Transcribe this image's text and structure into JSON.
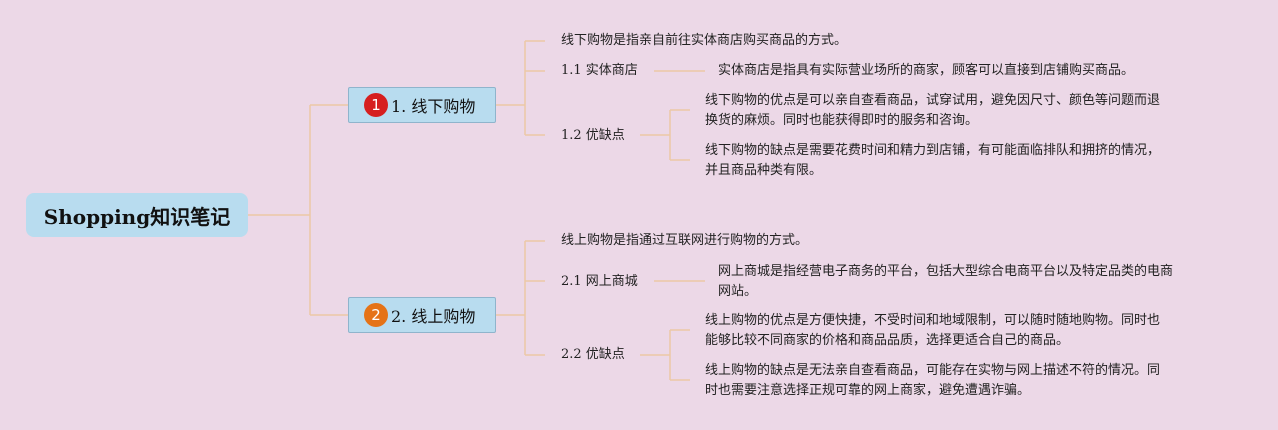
{
  "root": {
    "title": "Shopping知识笔记"
  },
  "branches": [
    {
      "badge": "1",
      "badge_color": "#d61f1f",
      "label": "1. 线下购物",
      "definition": "线下购物是指亲自前往实体商店购买商品的方式。",
      "sub1": {
        "label": "1.1 实体商店",
        "text": "实体商店是指具有实际营业场所的商家，顾客可以直接到店铺购买商品。"
      },
      "sub2": {
        "label": "1.2 优缺点",
        "pro": [
          "线下购物的优点是可以亲自查看商品，试穿试用，避免因尺寸、颜色等问题而退",
          "换货的麻烦。同时也能获得即时的服务和咨询。"
        ],
        "con": [
          "线下购物的缺点是需要花费时间和精力到店铺，有可能面临排队和拥挤的情况，",
          "并且商品种类有限。"
        ]
      }
    },
    {
      "badge": "2",
      "badge_color": "#e57317",
      "label": "2. 线上购物",
      "definition": "线上购物是指通过互联网进行购物的方式。",
      "sub1": {
        "label": "2.1 网上商城",
        "text": [
          "网上商城是指经营电子商务的平台，包括大型综合电商平台以及特定品类的电商",
          "网站。"
        ]
      },
      "sub2": {
        "label": "2.2 优缺点",
        "pro": [
          "线上购物的优点是方便快捷，不受时间和地域限制，可以随时随地购物。同时也",
          "能够比较不同商家的价格和商品品质，选择更适合自己的商品。"
        ],
        "con": [
          "线上购物的缺点是无法亲自查看商品，可能存在实物与网上描述不符的情况。同",
          "时也需要注意选择正规可靠的网上商家，避免遭遇诈骗。"
        ]
      }
    }
  ],
  "line_color": "#ecc8a6"
}
